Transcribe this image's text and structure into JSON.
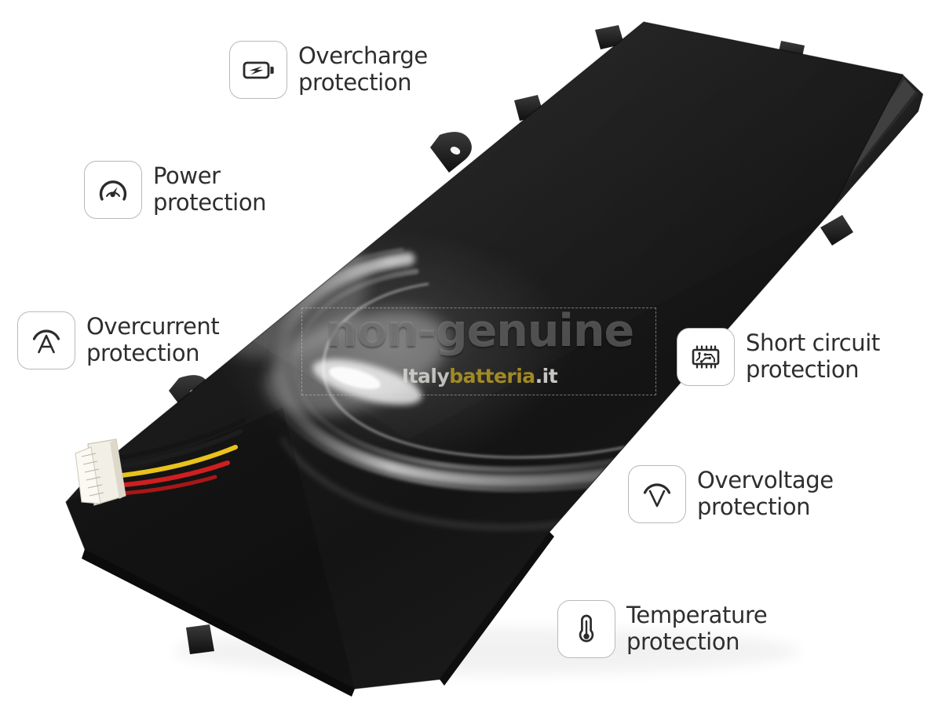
{
  "page": {
    "title": "Battery protection features infographic",
    "background_color": "#ffffff",
    "text_color": "#2e2e2e",
    "icon_border_color": "#b9b9b9"
  },
  "watermark": {
    "main_text": "non-genuine",
    "brand_part1": "Italy",
    "brand_part2": "batteria",
    "brand_tld": ".it",
    "main_color": "#969696",
    "brand_part1_color": "#d6d6d2",
    "brand_part2_color": "#a88f26",
    "brand_tld_color": "#dedeDa"
  },
  "product": {
    "name": "laptop-battery-pack",
    "body_color": "#191919",
    "connector_colors": {
      "housing": "#f2efe6",
      "wire_black": "#151515",
      "wire_yellow": "#e9c21c",
      "wire_red": "#cf1f20"
    }
  },
  "features": [
    {
      "id": "overcharge",
      "icon": "battery-charging-icon",
      "line1": "Overcharge",
      "line2": "protection",
      "label": "Overcharge\nprotection"
    },
    {
      "id": "power",
      "icon": "gauge-icon",
      "line1": "Power",
      "line2": "protection",
      "label": "Power\nprotection"
    },
    {
      "id": "overcurrent",
      "icon": "ampere-arc-icon",
      "line1": "Overcurrent",
      "line2": "protection",
      "label": "Overcurrent\nprotection"
    },
    {
      "id": "shortcircuit",
      "icon": "microchip-icon",
      "line1": "Short circuit",
      "line2": "protection",
      "label": "Short circuit\nprotection"
    },
    {
      "id": "overvoltage",
      "icon": "volt-arc-icon",
      "line1": "Overvoltage",
      "line2": "protection",
      "label": "Overvoltage\nprotection"
    },
    {
      "id": "temperature",
      "icon": "thermometer-icon",
      "line1": "Temperature",
      "line2": "protection",
      "label": "Temperature\nprotection"
    }
  ]
}
